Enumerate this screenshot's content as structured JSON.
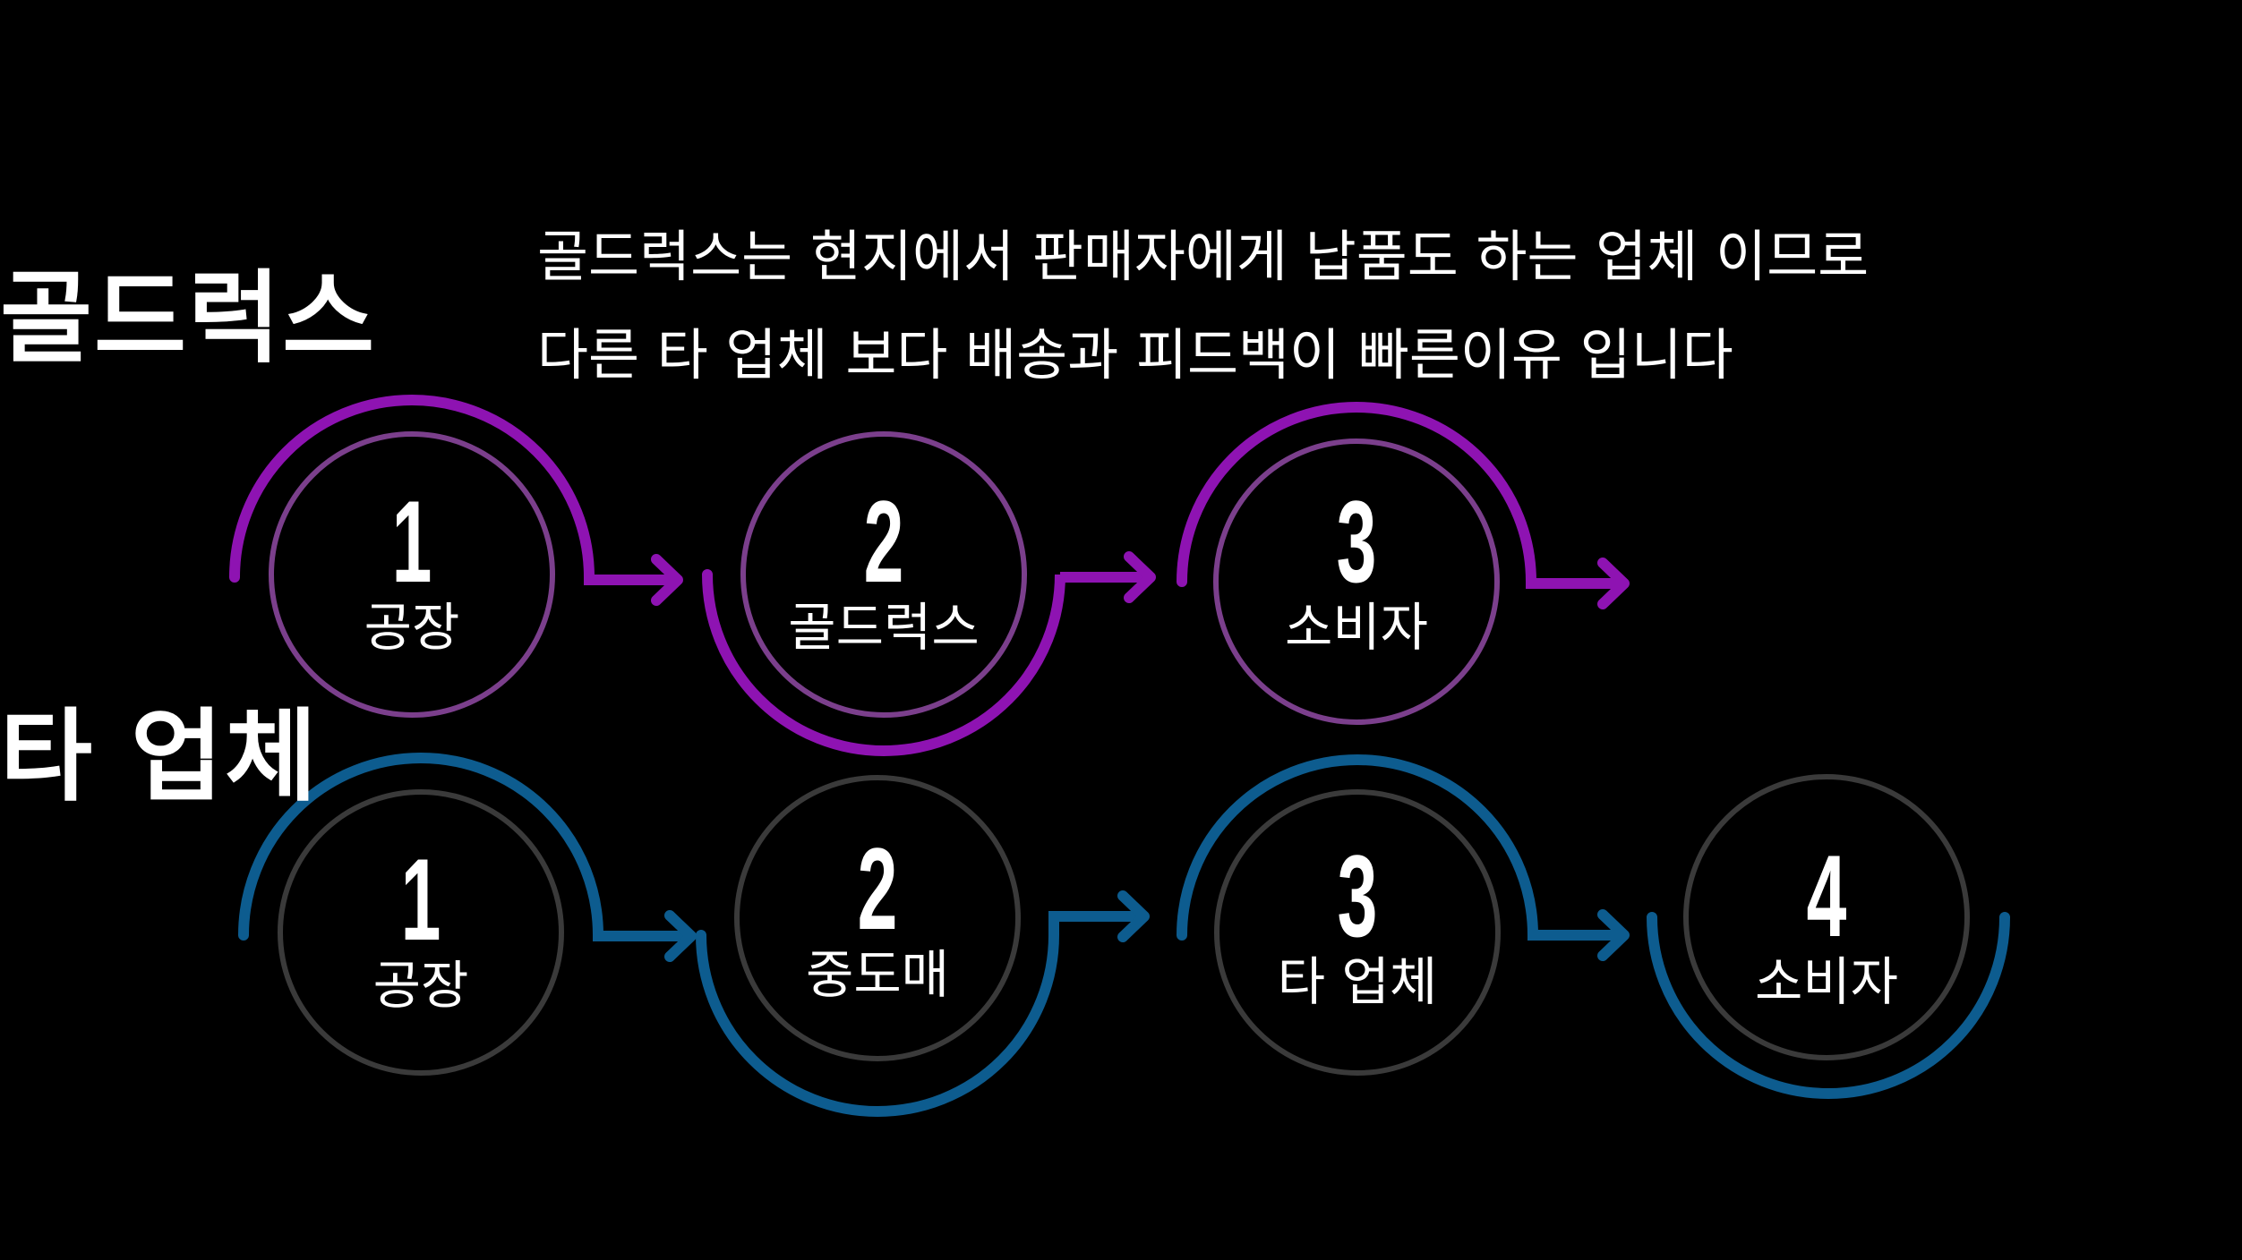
{
  "titles": {
    "goldrex": "골드럭스",
    "other": "타 업체"
  },
  "description": {
    "line1": "골드럭스는 현지에서 판매자에게 납품도 하는 업체 이므로",
    "line2": "다른 타 업체 보다 배송과 피드백이 빠른이유 입니다"
  },
  "flows": {
    "goldrex": {
      "accent_color": "#8e13b2",
      "circle_color": "#7b3f8c",
      "steps": [
        {
          "number": "1",
          "label": "공장"
        },
        {
          "number": "2",
          "label": "골드럭스"
        },
        {
          "number": "3",
          "label": "소비자"
        }
      ]
    },
    "other": {
      "accent_color": "#0d5c8f",
      "circle_color": "#3a3a3a",
      "steps": [
        {
          "number": "1",
          "label": "공장"
        },
        {
          "number": "2",
          "label": "중도매"
        },
        {
          "number": "3",
          "label": "타 업체"
        },
        {
          "number": "4",
          "label": "소비자"
        }
      ]
    }
  }
}
